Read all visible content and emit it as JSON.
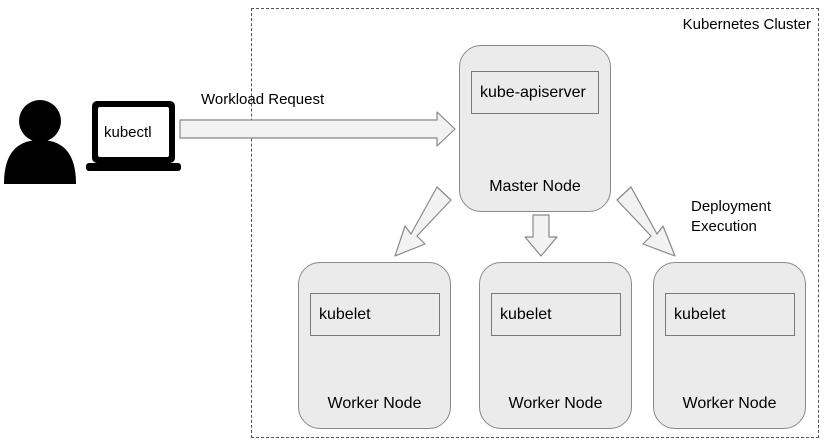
{
  "cluster": {
    "label": "Kubernetes Cluster"
  },
  "client": {
    "laptop_label": "kubectl"
  },
  "request": {
    "label": "Workload Request"
  },
  "master": {
    "component": "kube-apiserver",
    "label": "Master Node"
  },
  "deployment": {
    "line1": "Deployment",
    "line2": "Execution"
  },
  "workers": [
    {
      "component": "kubelet",
      "label": "Worker Node"
    },
    {
      "component": "kubelet",
      "label": "Worker Node"
    },
    {
      "component": "kubelet",
      "label": "Worker Node"
    }
  ],
  "colors": {
    "node_fill": "#ebebeb",
    "node_border": "#8a8a8a",
    "arrow_fill": "#f2f2f2",
    "arrow_stroke": "#888888",
    "person": "#000000"
  }
}
